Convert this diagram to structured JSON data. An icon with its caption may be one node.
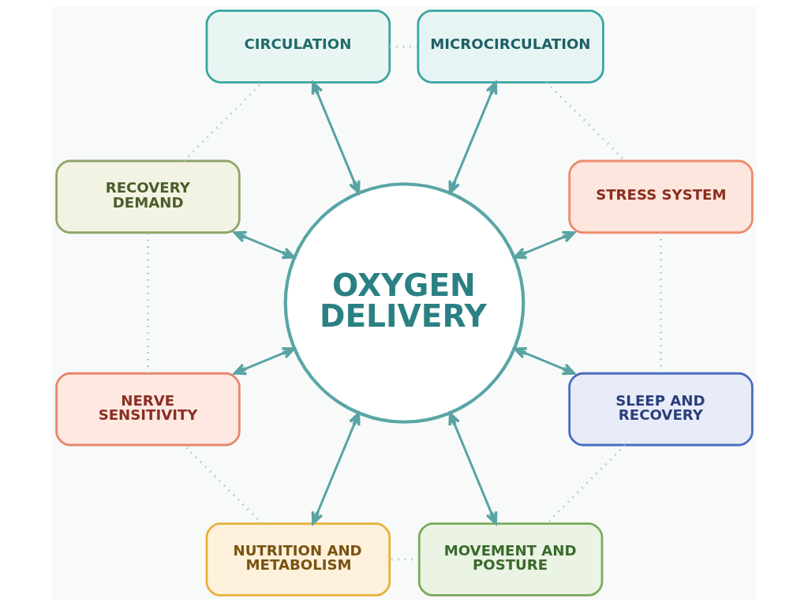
{
  "diagram": {
    "nodes": [
      {
        "text": [
          "OXYGEN DELIVERY"
        ]
      },
      {
        "text": [
          "CIRCULATION"
        ]
      },
      {
        "text": [
          "RECOVERY DEMAND"
        ]
      },
      {
        "text": [
          "MICROCIRCULATION"
        ]
      },
      {
        "text": [
          "NERVE SENSITIVITY"
        ]
      },
      {
        "text": [
          "STRESS SYSTEM"
        ]
      },
      {
        "text": [
          "NUTRITION AND METABOLISM"
        ]
      },
      {
        "text": [
          "SLEEP AND RECOVERY"
        ]
      },
      {
        "text": [
          "MOVEMENT AND POSTURE"
        ]
      }
    ],
    "edges": [
      {
        "from": 0,
        "to": 1,
        "arrow": "both"
      },
      {
        "from": 0,
        "to": 3,
        "arrow": "both"
      },
      {
        "from": 0,
        "to": 5,
        "arrow": "both"
      },
      {
        "from": 0,
        "to": 7,
        "arrow": "both"
      },
      {
        "from": 0,
        "to": 8,
        "arrow": "both"
      },
      {
        "from": 0,
        "to": 6,
        "arrow": "both"
      },
      {
        "from": 0,
        "to": 4,
        "arrow": "both"
      },
      {
        "from": 0,
        "to": 2,
        "arrow": "both"
      },
      {
        "from": 1,
        "to": 3,
        "arrow": "none",
        "style": "dashed",
        "color": "#9ccaca"
      },
      {
        "from": 3,
        "to": 5,
        "arrow": "none",
        "style": "dashed",
        "color": "#9ccaca"
      },
      {
        "from": 5,
        "to": 7,
        "arrow": "none",
        "style": "dashed",
        "color": "#9ccaca"
      },
      {
        "from": 7,
        "to": 8,
        "arrow": "none",
        "style": "dashed",
        "color": "#9ccaca"
      },
      {
        "from": 8,
        "to": 6,
        "arrow": "none",
        "style": "dashed",
        "color": "#9ccaca"
      },
      {
        "from": 6,
        "to": 4,
        "arrow": "none",
        "style": "dashed",
        "color": "#9ccaca"
      },
      {
        "from": 4,
        "to": 2,
        "arrow": "none",
        "style": "dashed",
        "color": "#9ccaca"
      },
      {
        "from": 2,
        "to": 1,
        "arrow": "none",
        "style": "dashed",
        "color": "#9ccaca"
      }
    ]
  }
}
